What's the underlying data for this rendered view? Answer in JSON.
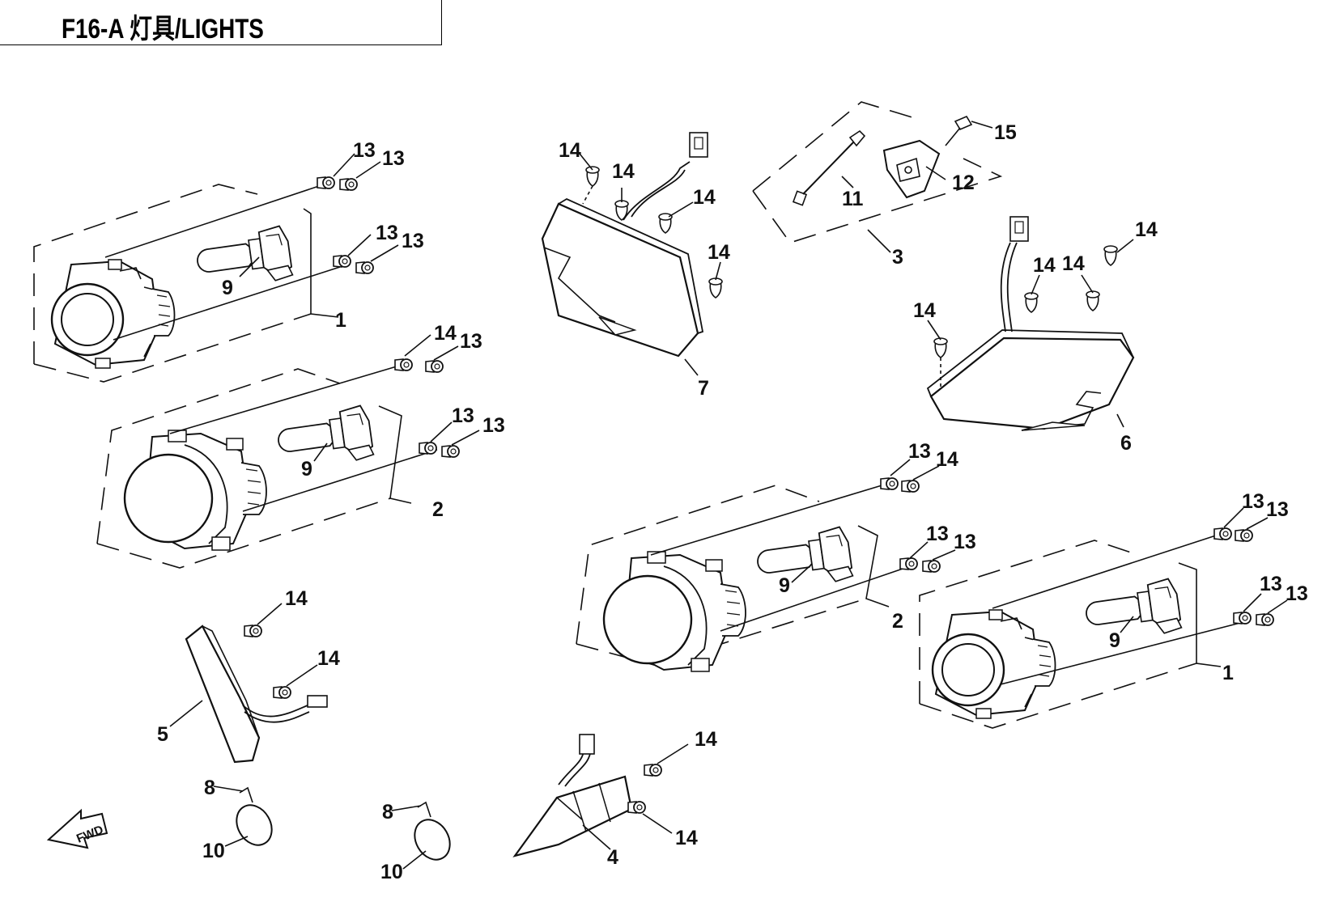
{
  "title": "F16-A  灯具/LIGHTS",
  "fwd_label": "FWD",
  "callouts": {
    "c13a": "13",
    "c13b": "13",
    "c13c": "13",
    "c13d": "13",
    "c9a": "9",
    "c1a": "1",
    "c14a": "14",
    "c13e": "13",
    "c13f": "13",
    "c13g": "13",
    "c9b": "9",
    "c2a": "2",
    "c14b": "14",
    "c14c": "14",
    "c14d": "14",
    "c14e": "14",
    "c7": "7",
    "c15": "15",
    "c11": "11",
    "c12": "12",
    "c3": "3",
    "c14f": "14",
    "c14g": "14",
    "c14h": "14",
    "c14i": "14",
    "c6": "6",
    "c13h": "13",
    "c14j": "14",
    "c13i": "13",
    "c13j": "13",
    "c9c": "9",
    "c2b": "2",
    "c13k": "13",
    "c13l": "13",
    "c13m": "13",
    "c13n": "13",
    "c9d": "9",
    "c1b": "1",
    "c14k": "14",
    "c14l": "14",
    "c5": "5",
    "c8a": "8",
    "c10a": "10",
    "c8b": "8",
    "c10b": "10",
    "c14m": "14",
    "c14n": "14",
    "c4": "4"
  }
}
